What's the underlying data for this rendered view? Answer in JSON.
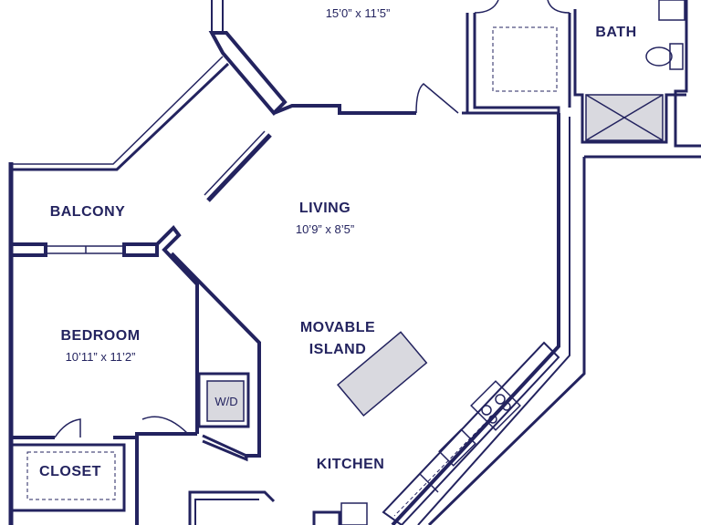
{
  "rooms": {
    "top_room": {
      "dimensions": "15’0” x 11’5”"
    },
    "bath": {
      "label": "BATH"
    },
    "balcony": {
      "label": "BALCONY"
    },
    "living": {
      "label": "LIVING",
      "dimensions": "10’9” x 8’5”"
    },
    "bedroom": {
      "label": "BEDROOM",
      "dimensions": "10’11” x 11’2”"
    },
    "island": {
      "label_line1": "MOVABLE",
      "label_line2": "ISLAND"
    },
    "washer_dryer": {
      "label": "W/D"
    },
    "closet": {
      "label": "CLOSET"
    },
    "kitchen": {
      "label": "KITCHEN"
    }
  },
  "colors": {
    "wall": "#23235f",
    "fixture_fill": "#d9d9df",
    "background": "#ffffff"
  }
}
